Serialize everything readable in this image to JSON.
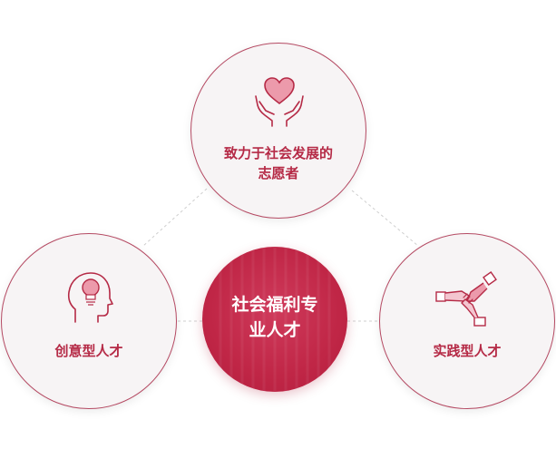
{
  "diagram": {
    "center": {
      "title": [
        "社会福利专",
        "业人才"
      ]
    },
    "nodes": {
      "top": {
        "label": [
          "致力于社会发展的",
          "志愿者"
        ],
        "icon": "heart-hands-icon"
      },
      "left": {
        "label": [
          "创意型人才"
        ],
        "icon": "head-lightbulb-icon"
      },
      "right": {
        "label": [
          "实践型人才"
        ],
        "icon": "stacked-hands-icon"
      }
    },
    "colors": {
      "accent": "#c02646",
      "node_border": "#b54a63",
      "node_fill": "#f7f4f5",
      "connector": "#cfcfcf"
    }
  }
}
